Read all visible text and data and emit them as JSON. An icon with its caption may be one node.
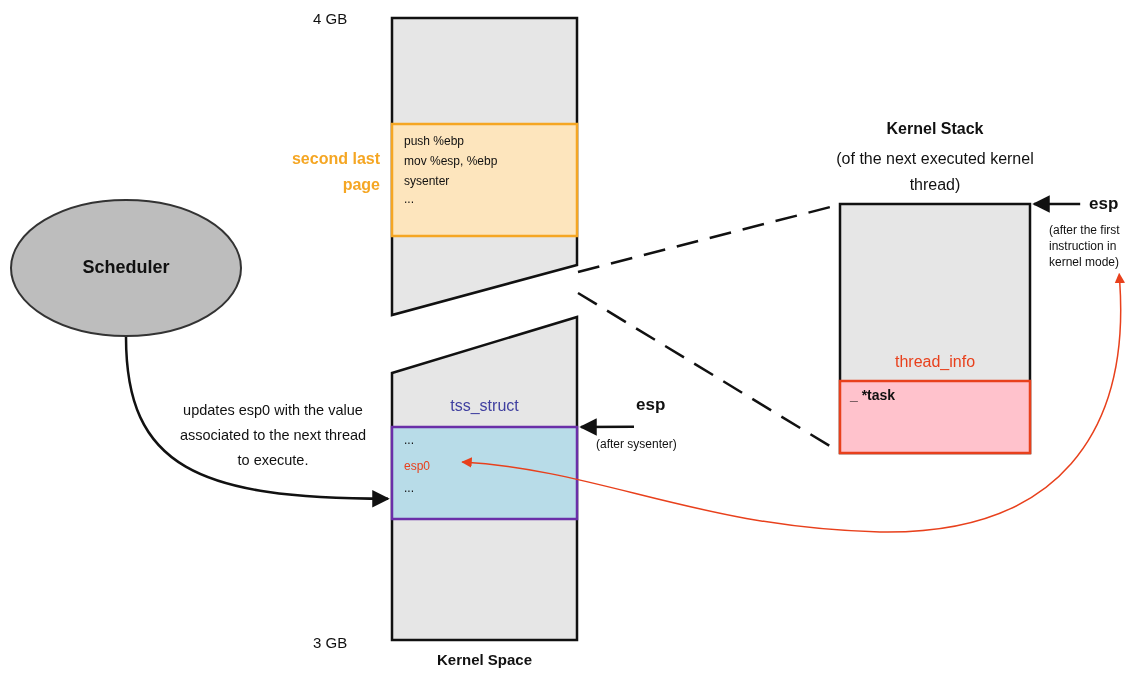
{
  "diagram": {
    "nodes": [
      {
        "text": [],
        "shape": "box"
      },
      {
        "text": [
          "push %ebp",
          "mov %esp, %ebp",
          "sysenter",
          "..."
        ],
        "in": 0,
        "beside": [
          "second last page"
        ]
      },
      {
        "text": [
          "Kernel Stack",
          "(of the next executed kernel thread)"
        ]
      },
      {
        "text": [
          "thread_info",
          "_ *task"
        ],
        "in": 2
      },
      {
        "text": [
          "esp",
          "(after the first instruction in kernel mode)"
        ]
      },
      {
        "text": [
          "Scheduler"
        ]
      },
      {
        "text": [
          "Kernel Space"
        ]
      },
      {
        "text": [
          "tss_struct",
          "...",
          "esp0",
          "..."
        ],
        "in": 6
      },
      {
        "text": [
          "esp",
          "(after sysenter)"
        ]
      }
    ],
    "edges": [
      {
        "from": 5,
        "to": 7,
        "arrow": "to",
        "label": "updates esp0 with the value associated to the next thread to execute."
      },
      {
        "from": 8,
        "to": 7,
        "arrow": "to"
      },
      {
        "from": 4,
        "to": 2,
        "arrow": "to"
      },
      {
        "from": 4,
        "to": 7,
        "arrow": "both",
        "color": "#e8401c"
      },
      {
        "from": 0,
        "to": 2,
        "arrow": "none",
        "style": "dashed"
      },
      {
        "from": null,
        "to": 2,
        "arrow": "none",
        "style": "dashed"
      }
    ],
    "labels": [
      "4 GB",
      "3 GB"
    ]
  }
}
